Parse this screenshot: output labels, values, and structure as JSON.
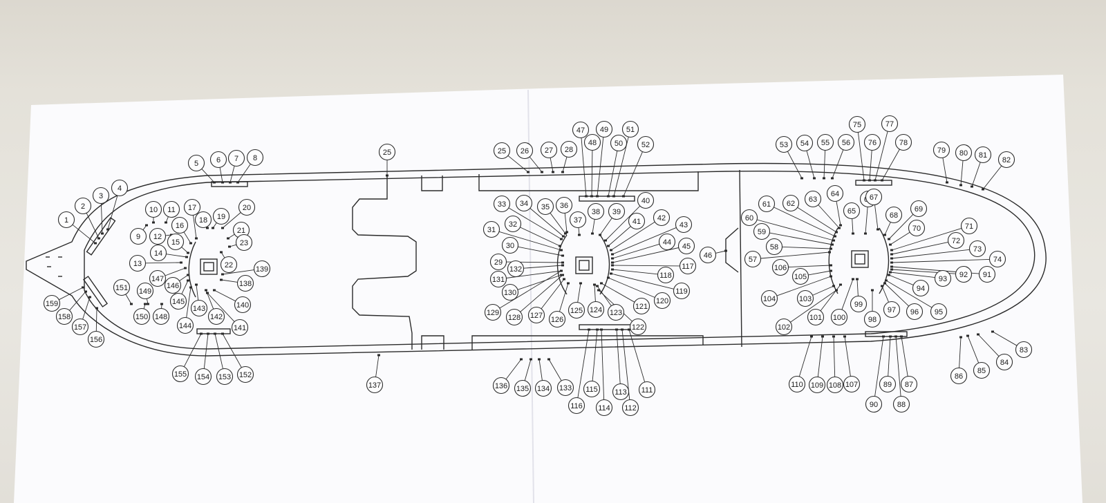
{
  "labels": [
    "1",
    "2",
    "3",
    "4",
    "5",
    "6",
    "7",
    "8",
    "9",
    "10",
    "11",
    "12",
    "13",
    "14",
    "15",
    "16",
    "17",
    "18",
    "19",
    "20",
    "21",
    "22",
    "23",
    "25",
    "25",
    "26",
    "27",
    "28",
    "29",
    "30",
    "31",
    "32",
    "33",
    "34",
    "35",
    "36",
    "37",
    "38",
    "39",
    "40",
    "41",
    "42",
    "43",
    "44",
    "45",
    "46",
    "47",
    "48",
    "49",
    "50",
    "51",
    "52",
    "53",
    "54",
    "55",
    "56",
    "57",
    "58",
    "59",
    "60",
    "61",
    "62",
    "63",
    "64",
    "65",
    "66",
    "67",
    "68",
    "69",
    "70",
    "71",
    "72",
    "73",
    "74",
    "75",
    "76",
    "77",
    "78",
    "79",
    "80",
    "81",
    "82",
    "83",
    "84",
    "85",
    "86",
    "87",
    "88",
    "89",
    "90",
    "91",
    "92",
    "93",
    "94",
    "95",
    "96",
    "97",
    "98",
    "99",
    "100",
    "101",
    "102",
    "103",
    "104",
    "105",
    "106",
    "107",
    "108",
    "109",
    "110",
    "111",
    "112",
    "113",
    "114",
    "115",
    "116",
    "117",
    "118",
    "119",
    "120",
    "121",
    "122",
    "123",
    "124",
    "125",
    "126",
    "127",
    "128",
    "129",
    "130",
    "131",
    "132",
    "133",
    "134",
    "135",
    "136",
    "137",
    "138",
    "139",
    "140",
    "141",
    "142",
    "143",
    "144",
    "145",
    "146",
    "147",
    "148",
    "149",
    "150",
    "151",
    "152",
    "153",
    "154",
    "155",
    "156",
    "157",
    "158",
    "159"
  ]
}
